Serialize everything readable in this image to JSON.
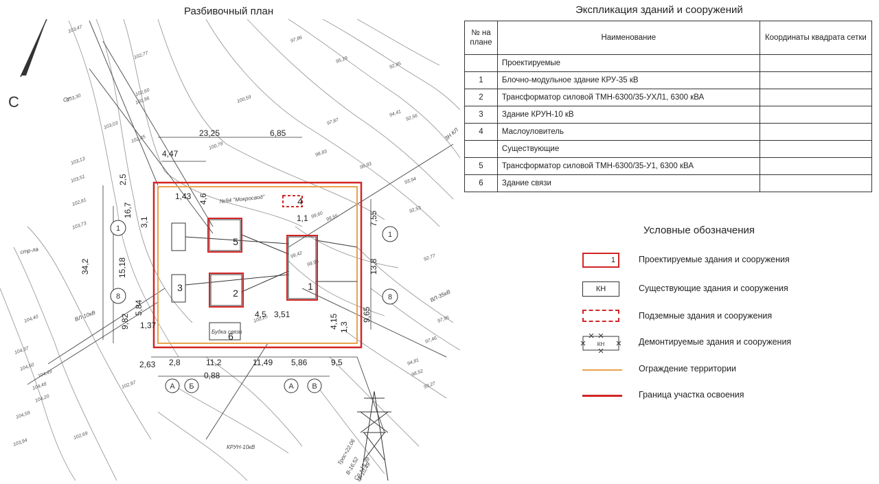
{
  "plan": {
    "title": "Разбивочный план",
    "north_label": "С",
    "dimensions": [
      "23,25",
      "6,85",
      "4,47",
      "2,5",
      "1,43",
      "4,6",
      "16,7",
      "3,1",
      "1,1",
      "7,55",
      "34,2",
      "15,18",
      "5,84",
      "9,82",
      "1,37",
      "4,5",
      "3,51",
      "4,15",
      "1,3",
      "13,8",
      "9,65",
      "2,63",
      "2,8",
      "11,2",
      "11,49",
      "5,86",
      "9,5",
      "0,88"
    ],
    "grid_axes": [
      "1",
      "8",
      "1",
      "8",
      "А",
      "Б",
      "А",
      "В"
    ],
    "building_labels": [
      "1",
      "2",
      "3",
      "4",
      "5",
      "6"
    ],
    "elevations": [
      "103,47",
      "102,77",
      "102,60",
      "100,96",
      "103,30",
      "103,03",
      "102,85",
      "100,59",
      "100,78",
      "97,86",
      "95,19",
      "92,85",
      "92,56",
      "97,87",
      "94,41",
      "98,83",
      "96,93",
      "93,94",
      "92,53",
      "103,13",
      "103,51",
      "102,81",
      "103,73",
      "104,40",
      "104,37",
      "104,50",
      "104,49",
      "104,48",
      "104,20",
      "102,97",
      "104,59",
      "103,94",
      "102,69",
      "98,52",
      "97,95",
      "97,46",
      "94,81",
      "93,27",
      "92,77",
      "99,55",
      "99,60",
      "99,42",
      "99,93",
      "100,25"
    ],
    "annotations": [
      "№94 \"Мокросвод\"",
      "Будка связи",
      "КРУН-10кВ",
      "Трос+22,06",
      "В-16,52",
      "Ср.+15,39",
      "Н+10,49",
      "ВЛ-35кВ",
      "ЗН КЛ",
      "стр-ла",
      "ОГ",
      "ВЛ-10кВ"
    ]
  },
  "explication": {
    "title": "Экспликация зданий и сооружений",
    "headers": [
      "№ на плане",
      "Наименование",
      "Координаты квадрата сетки"
    ],
    "rows": [
      {
        "num": "",
        "name": "Проектируемые",
        "coord": ""
      },
      {
        "num": "1",
        "name": "Блочно-модульное здание КРУ-35 кВ",
        "coord": ""
      },
      {
        "num": "2",
        "name": "Трансформатор силовой ТМН-6300/35-УХЛ1, 6300 кВА",
        "coord": ""
      },
      {
        "num": "3",
        "name": "Здание КРУН-10 кВ",
        "coord": ""
      },
      {
        "num": "4",
        "name": "Маслоуловитель",
        "coord": ""
      },
      {
        "num": "",
        "name": "Существующие",
        "coord": ""
      },
      {
        "num": "5",
        "name": "Трансформатор силовой ТМН-6300/35-У1, 6300 кВА",
        "coord": ""
      },
      {
        "num": "6",
        "name": "Здание связи",
        "coord": ""
      }
    ]
  },
  "legend": {
    "title": "Условные обозначения",
    "items": [
      {
        "symbol": "red-box-icon",
        "symbol_text": "1",
        "label": "Проектируемые здания и сооружения"
      },
      {
        "symbol": "black-box-icon",
        "symbol_text": "КН",
        "label": "Существующие здания и сооружения"
      },
      {
        "symbol": "red-dashed-box-icon",
        "symbol_text": "",
        "label": "Подземные здания и сооружения"
      },
      {
        "symbol": "crossed-box-icon",
        "symbol_text": "КН",
        "label": "Демонтируемые здания и сооружения"
      },
      {
        "symbol": "orange-line-icon",
        "symbol_text": "",
        "label": "Ограждение территории"
      },
      {
        "symbol": "red-line-icon",
        "symbol_text": "",
        "label": "Граница участка освоения"
      }
    ]
  },
  "colors": {
    "project": "#d32424",
    "existing": "#333333",
    "fence": "#e8a24a",
    "contour": "#8a8a8a"
  }
}
